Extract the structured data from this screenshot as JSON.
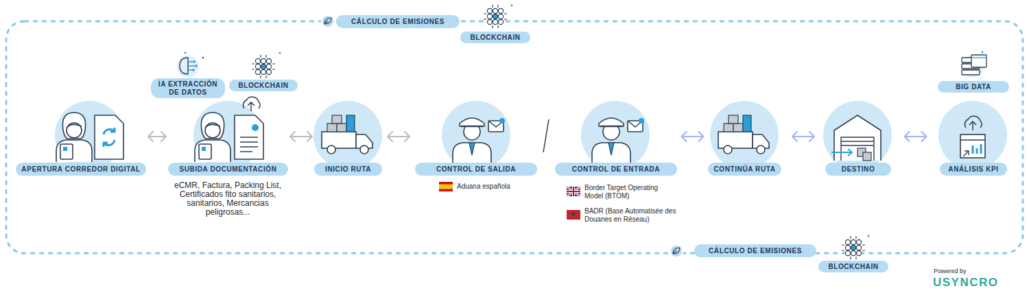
{
  "diagram": {
    "nodes": [
      {
        "text": [
          "CÁLCULO DE EMISIONES"
        ]
      },
      {
        "text": [
          "BLOCKCHAIN"
        ]
      },
      {
        "text": [
          "IA EXTRACCIÓN DE DATOS"
        ]
      },
      {
        "text": [
          "BLOCKCHAIN"
        ]
      },
      {
        "text": [
          "BIG DATA"
        ]
      },
      {
        "text": [
          "APERTURA CORREDOR DIGITAL"
        ]
      },
      {
        "text": [
          "SUBIDA DOCUMENTACIÓN"
        ]
      },
      {
        "text": [
          "INICIO RUTA"
        ]
      },
      {
        "text": [
          "CONTROL DE SALIDA"
        ]
      },
      {
        "text": [
          "CONTROL DE ENTRADA"
        ]
      },
      {
        "text": [
          "CONTINÚA RUTA"
        ]
      },
      {
        "text": [
          "DESTINO"
        ]
      },
      {
        "text": [
          "ANÁLISIS KPI"
        ]
      },
      {
        "text": [
          "CÁLCULO DE EMISIONES"
        ]
      },
      {
        "text": [
          "BLOCKCHAIN"
        ]
      }
    ],
    "edges": [
      {
        "from": 5,
        "to": 6,
        "arrow": "both"
      },
      {
        "from": 6,
        "to": 7,
        "arrow": "both"
      },
      {
        "from": 7,
        "to": 8,
        "arrow": "both"
      },
      {
        "from": 9,
        "to": 10,
        "arrow": "both"
      },
      {
        "from": 10,
        "to": 11,
        "arrow": "both"
      },
      {
        "from": 11,
        "to": 12,
        "arrow": "both"
      }
    ],
    "labels": [
      "eCMR, Factura, Packing List, Certificados fito sanitarios, sanitarios, Mercancias peligrosas...",
      "Aduana española",
      "Border Target Operating Model (BTOM)",
      "BADR (Base Automatisée des Douanes en Réseau)",
      "Powered by",
      "USYNCRO"
    ]
  }
}
